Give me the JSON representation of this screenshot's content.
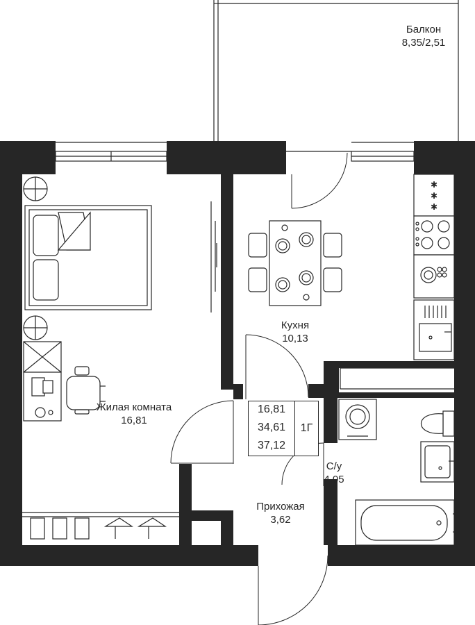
{
  "rooms": {
    "balcony": {
      "name": "Балкон",
      "area": "8,35/2,51"
    },
    "kitchen": {
      "name": "Кухня",
      "area": "10,13"
    },
    "living": {
      "name": "Жилая комната",
      "area": "16,81"
    },
    "bathroom": {
      "name": "С/у",
      "area": "4,05"
    },
    "hallway": {
      "name": "Прихожая",
      "area": "3,62"
    }
  },
  "summary": {
    "living_area": "16,81",
    "total_area": "34,61",
    "area_with_balcony": "37,12",
    "type": "1Г"
  },
  "colors": {
    "wall": "#262626",
    "background": "#ffffff"
  },
  "icons": [
    "bed-icon",
    "desk-icon",
    "office-chair-icon",
    "dining-table-icon",
    "stove-icon",
    "sink-icon",
    "washing-machine-icon",
    "toilet-icon",
    "bathtub-icon",
    "wardrobe-icon"
  ]
}
